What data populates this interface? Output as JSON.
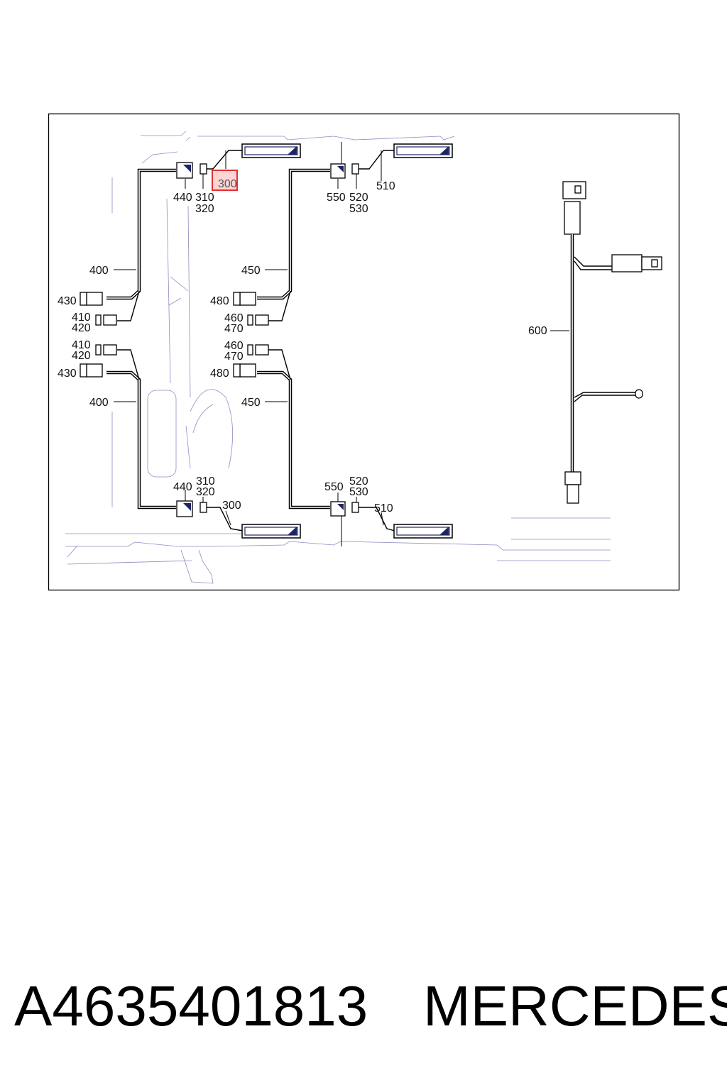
{
  "diagram": {
    "callouts": {
      "c300_highlight": "300",
      "c300_bottom": "300",
      "c310_top": "310",
      "c320_top": "320",
      "c310_bottom": "310",
      "c320_bottom": "320",
      "c440_top": "440",
      "c440_bottom": "440",
      "c550_top": "550",
      "c550_bottom": "550",
      "c520_top": "520",
      "c530_top": "530",
      "c520_bottom": "520",
      "c530_bottom": "530",
      "c510_top": "510",
      "c510_bottom": "510",
      "c400_top": "400",
      "c400_bottom": "400",
      "c430_top": "430",
      "c430_bottom": "430",
      "c410_top": "410",
      "c420_top": "420",
      "c410_bottom": "410",
      "c420_bottom": "420",
      "c450_top": "450",
      "c450_bottom": "450",
      "c480_top": "480",
      "c480_bottom": "480",
      "c460_top": "460",
      "c470_top": "470",
      "c460_bottom": "460",
      "c470_bottom": "470",
      "c600": "600"
    },
    "highlight_color": "#e03030"
  },
  "footer": {
    "part_number": "A4635401813",
    "brand": "MERCEDES"
  }
}
